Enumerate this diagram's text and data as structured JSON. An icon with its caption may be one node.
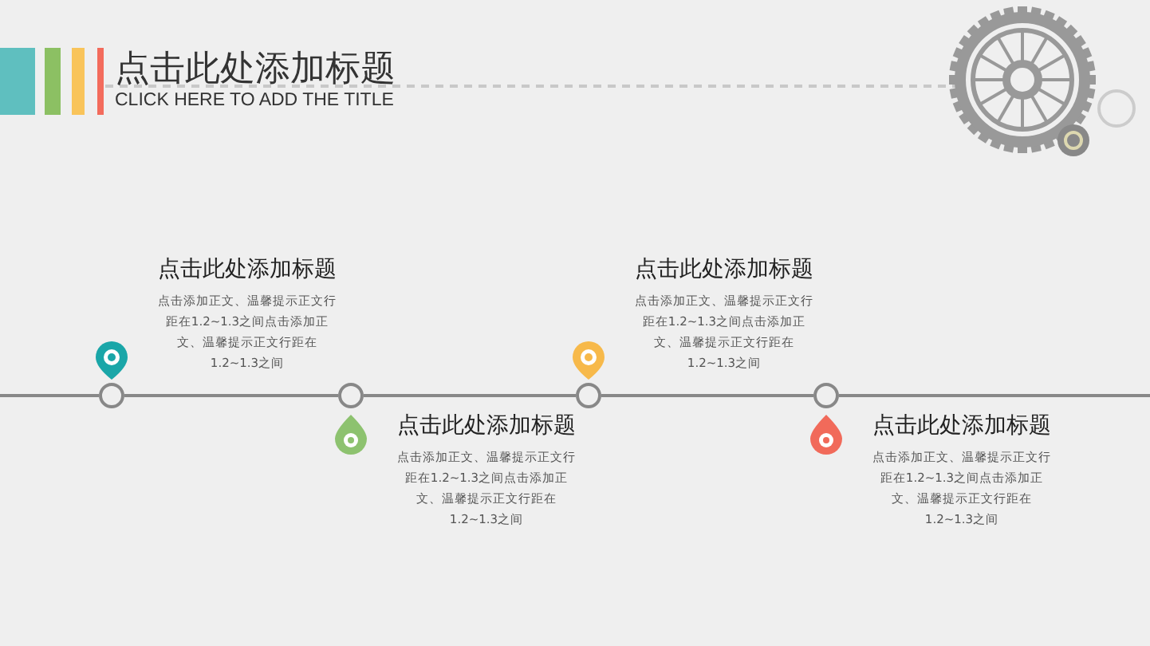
{
  "diagram": {
    "title": "点击此处添加标题",
    "nodes": [
      {
        "text": [],
        "shape": "circle",
        "beside": [
          "点击此处添加标题",
          "点击添加正文、温馨提示正文行距在1.2~1.3之间点击添加正文、温馨提示正文行距在1.2~1.3之间"
        ]
      },
      {
        "text": [],
        "shape": "circle",
        "beside": [
          "点击此处添加标题",
          "点击添加正文、温馨提示正文行距在1.2~1.3之间点击添加正文、温馨提示正文行距在1.2~1.3之间"
        ]
      },
      {
        "text": [],
        "shape": "circle",
        "beside": [
          "点击此处添加标题",
          "点击添加正文、温馨提示正文行距在1.2~1.3之间点击添加正文、温馨提示正文行距在1.2~1.3之间"
        ]
      },
      {
        "text": [],
        "shape": "circle",
        "beside": [
          "点击此处添加标题",
          "点击添加正文、温馨提示正文行距在1.2~1.3之间点击添加正文、温馨提示正文行距在1.2~1.3之间"
        ]
      }
    ],
    "edges": [
      {
        "from": null,
        "to": 0,
        "arrow": "none"
      },
      {
        "from": 0,
        "to": 1,
        "arrow": "none"
      },
      {
        "from": 1,
        "to": 2,
        "arrow": "none"
      },
      {
        "from": 2,
        "to": 3,
        "arrow": "none"
      },
      {
        "from": 3,
        "to": null,
        "arrow": "none"
      }
    ],
    "labels": [
      "CLICK HERE TO ADD THE TITLE"
    ]
  }
}
